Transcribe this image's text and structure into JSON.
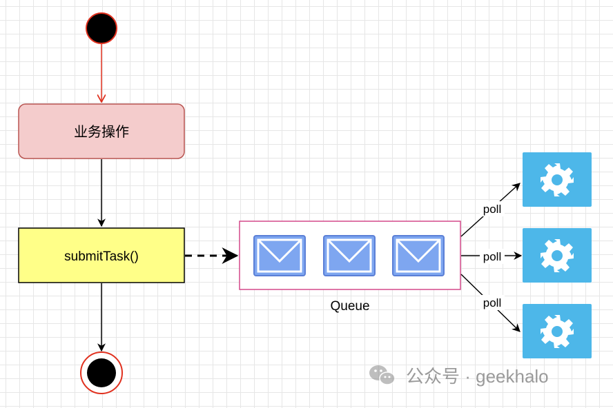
{
  "nodes": {
    "business_op": "业务操作",
    "submit_task": "submitTask()",
    "queue": "Queue"
  },
  "edges": {
    "poll_top": "poll",
    "poll_middle": "poll",
    "poll_bottom": "poll"
  },
  "watermark": {
    "text": "公众号 · geekhalo",
    "icon": "wechat-icon"
  },
  "colors": {
    "start_end_stroke": "#e0301e",
    "business_fill": "#f4cccc",
    "business_stroke": "#b85450",
    "submit_fill": "#ffff88",
    "queue_stroke": "#d4488a",
    "envelope_fill": "#7ea6f0",
    "worker_fill": "#4db7e9"
  }
}
